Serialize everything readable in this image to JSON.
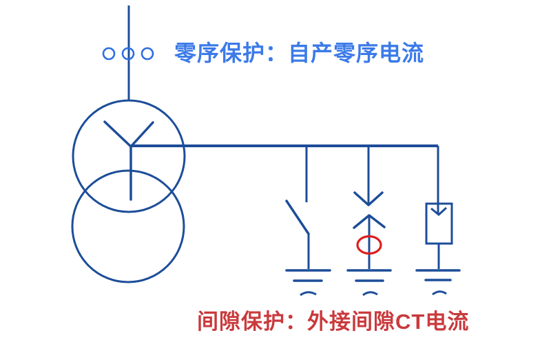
{
  "labels": {
    "zero_sequence_protection": "零序保护：自产零序电流",
    "gap_protection": "间隙保护：外接间隙CT电流"
  },
  "colors": {
    "line-blue": "#1d4d99",
    "bright-blue": "#2e6ee1",
    "text-blue": "#3b7ae8",
    "accent-red": "#dd1e1e",
    "text-red": "#c93a3c",
    "bg": "#ffffff"
  },
  "diagram": {
    "symbols": [
      {
        "id": "incoming-feeder-line",
        "type": "line"
      },
      {
        "id": "ct-dots",
        "type": "three-small-circles",
        "count": 3,
        "color": "#2e6ee1"
      },
      {
        "id": "transformer",
        "type": "two-overlapping-circles",
        "hv_winding": "wye"
      },
      {
        "id": "neutral-bus",
        "type": "horizontal-line"
      },
      {
        "id": "disconnect-switch",
        "type": "open-switch-blade",
        "grounded": true
      },
      {
        "id": "spark-gap",
        "type": "opposed-arrowheads",
        "ct_marker": "red-ellipse",
        "grounded": true
      },
      {
        "id": "surge-arrester",
        "type": "box-with-down-arrow",
        "grounded": true
      },
      {
        "id": "ground-symbol",
        "count": 3,
        "strokes": 3
      }
    ]
  }
}
